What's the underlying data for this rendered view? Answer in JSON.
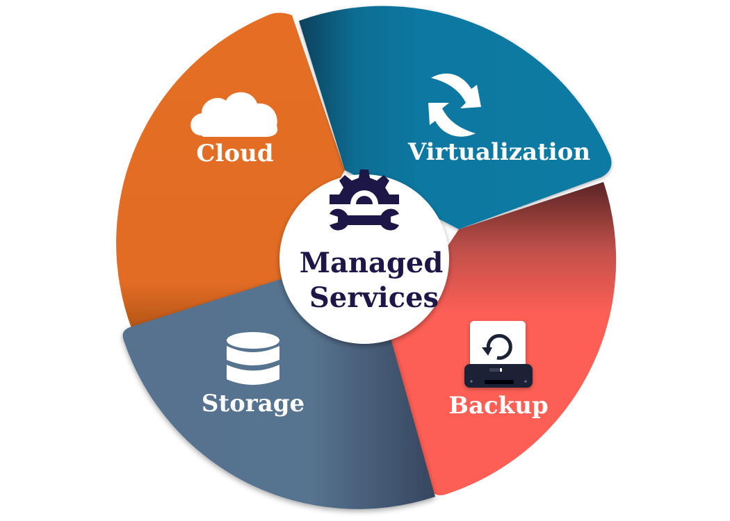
{
  "diagram": {
    "title": "Managed Services",
    "center": {
      "line1": "Managed",
      "line2": "Services",
      "icon": "gear-wrench-icon",
      "text_color": "#1c1747",
      "background": "#ffffff"
    },
    "segments": [
      {
        "id": "cloud",
        "label": "Cloud",
        "icon": "cloud-icon",
        "color": "#e56e24",
        "position": "top-left"
      },
      {
        "id": "virtualization",
        "label": "Virtualization",
        "icon": "sync-arrows-icon",
        "color": "#0b79a2",
        "position": "top-right"
      },
      {
        "id": "backup",
        "label": "Backup",
        "icon": "backup-drive-icon",
        "color": "#fd5f55",
        "position": "bottom-right"
      },
      {
        "id": "storage",
        "label": "Storage",
        "icon": "database-icon",
        "color": "#56728f",
        "position": "bottom-left"
      }
    ]
  }
}
